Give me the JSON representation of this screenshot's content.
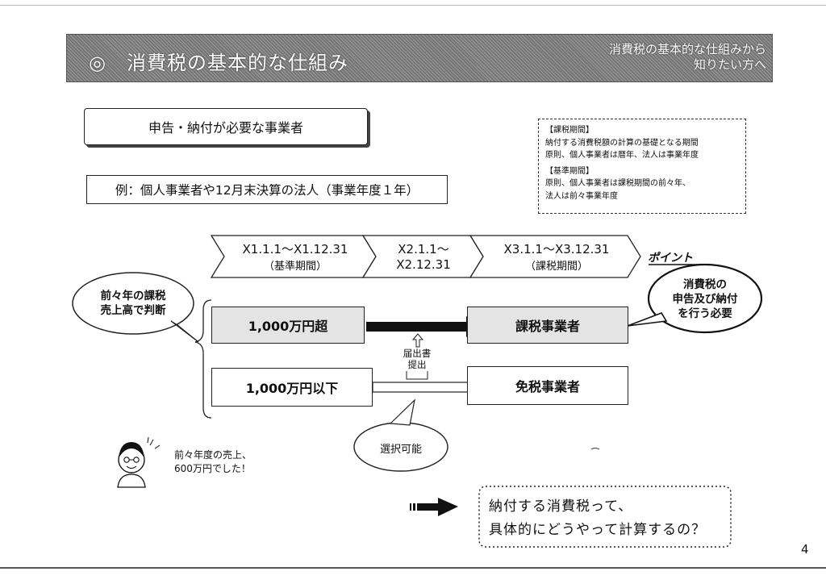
{
  "header": {
    "title": "◎　消費税の基本的な仕組み",
    "subtitle_line1": "消費税の基本的な仕組みから",
    "subtitle_line2": "知りたい方へ"
  },
  "boxes": {
    "requirement": "申告・納付が必要な事業者",
    "example": "例：個人事業者や12月末決算の法人（事業年度１年）"
  },
  "note": {
    "head1": "【課税期間】",
    "line1": "納付する消費税額の計算の基礎となる期間",
    "line2": "原則、個人事業者は暦年、法人は事業年度",
    "head2": "【基準期間】",
    "line3": "原則、個人事業者は課税期間の前々年、",
    "line4": "法人は前々事業年度"
  },
  "periods": [
    {
      "title": "X1.1.1〜X1.12.31",
      "sub": "（基準期間）"
    },
    {
      "title": "X2.1.1〜",
      "sub": "X2.12.31"
    },
    {
      "title": "X3.1.1〜X3.12.31",
      "sub": "（課税期間）"
    }
  ],
  "left_bubble": {
    "line1": "前々年の課税",
    "line2": "売上高で判断"
  },
  "point_label": "ポイント",
  "right_bubble": {
    "line1": "消費税の",
    "line2": "申告及び納付",
    "line3": "を行う必要"
  },
  "rows": {
    "over_label": "1,000万円超",
    "over_result": "課税事業者",
    "under_label": "1,000万円以下",
    "under_result": "免税事業者"
  },
  "notification": {
    "line1": "届出書",
    "line2": "提出"
  },
  "choice_bubble": "選択可能",
  "person_speech": {
    "line1": "前々年度の売上、",
    "line2": "600万円でした！"
  },
  "question": {
    "line1": "納付する消費税って、",
    "line2": "具体的にどうやって計算するの？"
  },
  "page_number": "4"
}
